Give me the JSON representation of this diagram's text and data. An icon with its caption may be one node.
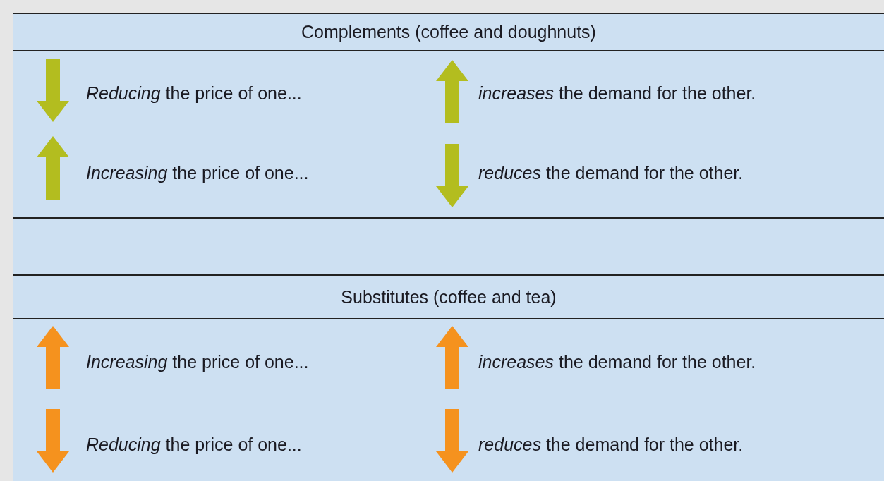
{
  "diagram": {
    "labels": [
      "Complements (coffee and doughnuts)",
      "*Reducing* the price of one...",
      "*increases* the demand for the other.",
      "*Increasing* the price of one...",
      "*reduces* the demand for the other.",
      "Substitutes (coffee and tea)",
      "*Increasing* the price of one...",
      "*increases* the demand for the other.",
      "*Reducing* the price of one...",
      "*reduces* the demand for the other."
    ]
  }
}
